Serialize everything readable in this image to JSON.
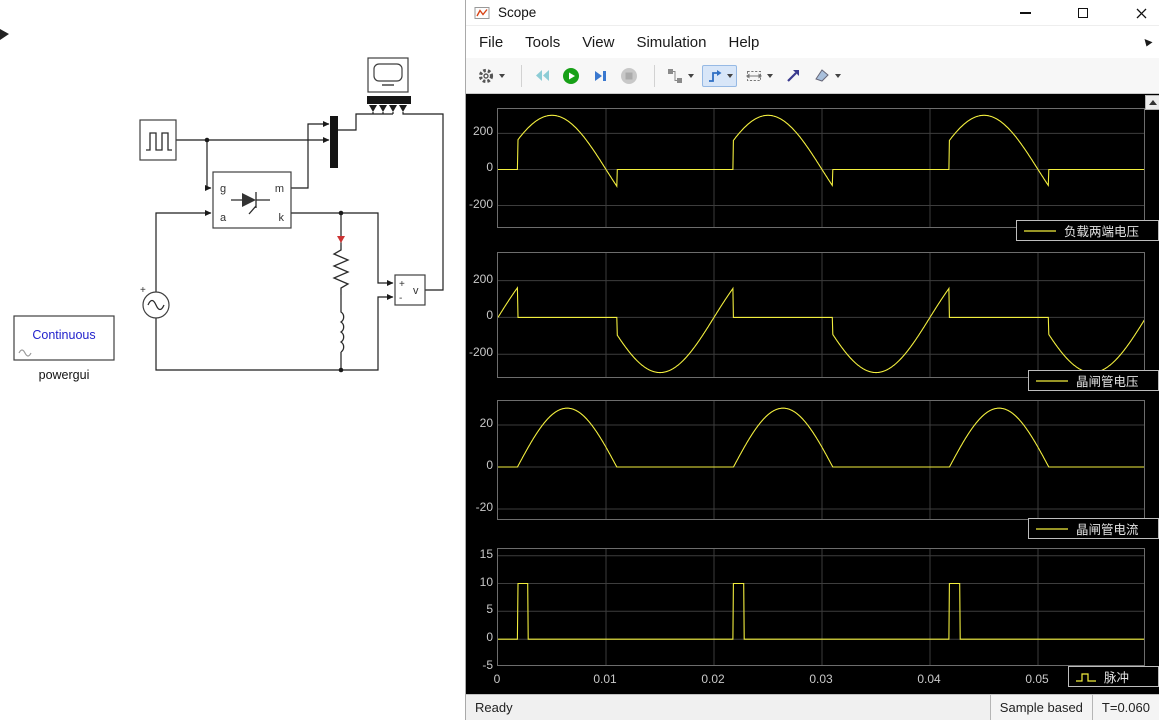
{
  "window": {
    "title": "Scope"
  },
  "menu": {
    "items": [
      "File",
      "Tools",
      "View",
      "Simulation",
      "Help"
    ]
  },
  "statusbar": {
    "ready": "Ready",
    "sample_mode": "Sample based",
    "time": "T=0.060"
  },
  "icons": {
    "app": "oscilloscope-icon",
    "settings": "gear",
    "step_back": "teal-double-left-arrow",
    "run": "green-play-circle",
    "step_forward": "blue-play-with-bar",
    "stop": "gray-stop-circle",
    "highlight_block": "simulink-blocks",
    "trigger": "trigger-waveform (pressed)",
    "span": "dashed-box-with-arrows",
    "snapshot": "up-right-arrow",
    "measurements": "brush",
    "dock": "dock-arrow",
    "scroll_up": "up-triangle",
    "minimize": "dash",
    "maximize": "square",
    "close": "x"
  },
  "diagram": {
    "powergui": {
      "title": "Continuous",
      "caption": "powergui"
    },
    "thyristor": {
      "ports": {
        "g": "g",
        "a": "a",
        "m": "m",
        "k": "k"
      }
    },
    "voltage_meter": {
      "plus": "+",
      "minus": "-",
      "label": "v"
    },
    "source": {
      "plus": "+"
    }
  },
  "chart_data": {
    "type": "line",
    "legend_position": "bottom-right",
    "grid": true,
    "xlim": [
      0,
      0.06
    ],
    "xticks": [
      0,
      0.01,
      0.02,
      0.03,
      0.04,
      0.05
    ],
    "xtick_labels": [
      "0",
      "0.01",
      "0.02",
      "0.03",
      "0.04",
      "0.05"
    ],
    "period": 0.02,
    "trace_color": "#f2ee3e",
    "grid_color": "#3d3d3d",
    "plots": [
      {
        "name": "load-voltage",
        "legend": "负载两端电压",
        "ylim": [
          -330,
          335
        ],
        "yticks": [
          200,
          0,
          -200
        ],
        "segments": [
          {
            "from": 0,
            "to": 0.0018,
            "type": "const",
            "value": 0
          },
          {
            "from": 0.0018,
            "to": 0.011,
            "type": "sine",
            "amplitude": 300,
            "freq_hz": 50
          },
          {
            "from": 0.011,
            "to": 0.02,
            "type": "const",
            "value": 0
          }
        ]
      },
      {
        "name": "thyristor-voltage",
        "legend": "晶闸管电压",
        "ylim": [
          -335,
          350
        ],
        "yticks": [
          200,
          0,
          -200
        ],
        "segments": [
          {
            "from": 0,
            "to": 0.0018,
            "type": "sine",
            "amplitude": 300,
            "freq_hz": 50
          },
          {
            "from": 0.0018,
            "to": 0.011,
            "type": "const",
            "value": 0
          },
          {
            "from": 0.011,
            "to": 0.02,
            "type": "sine",
            "amplitude": 300,
            "freq_hz": 50
          }
        ]
      },
      {
        "name": "thyristor-current",
        "legend": "晶闸管电流",
        "ylim": [
          -25.7,
          31.4
        ],
        "yticks": [
          20,
          0,
          -20
        ],
        "segments": [
          {
            "from": 0,
            "to": 0.0018,
            "type": "const",
            "value": 0
          },
          {
            "from": 0.0018,
            "to": 0.011,
            "type": "halfsine",
            "amplitude": 28
          },
          {
            "from": 0.011,
            "to": 0.02,
            "type": "const",
            "value": 0
          }
        ]
      },
      {
        "name": "pulse",
        "legend": "脉冲",
        "ylim": [
          -5,
          16.2
        ],
        "yticks": [
          15,
          10,
          5,
          0,
          -5
        ],
        "show_xticks": true,
        "segments": [
          {
            "from": 0,
            "to": 0.0018,
            "type": "const",
            "value": 0
          },
          {
            "from": 0.0018,
            "to": 0.0028,
            "type": "const",
            "value": 10
          },
          {
            "from": 0.0028,
            "to": 0.02,
            "type": "const",
            "value": 0
          }
        ]
      }
    ]
  }
}
